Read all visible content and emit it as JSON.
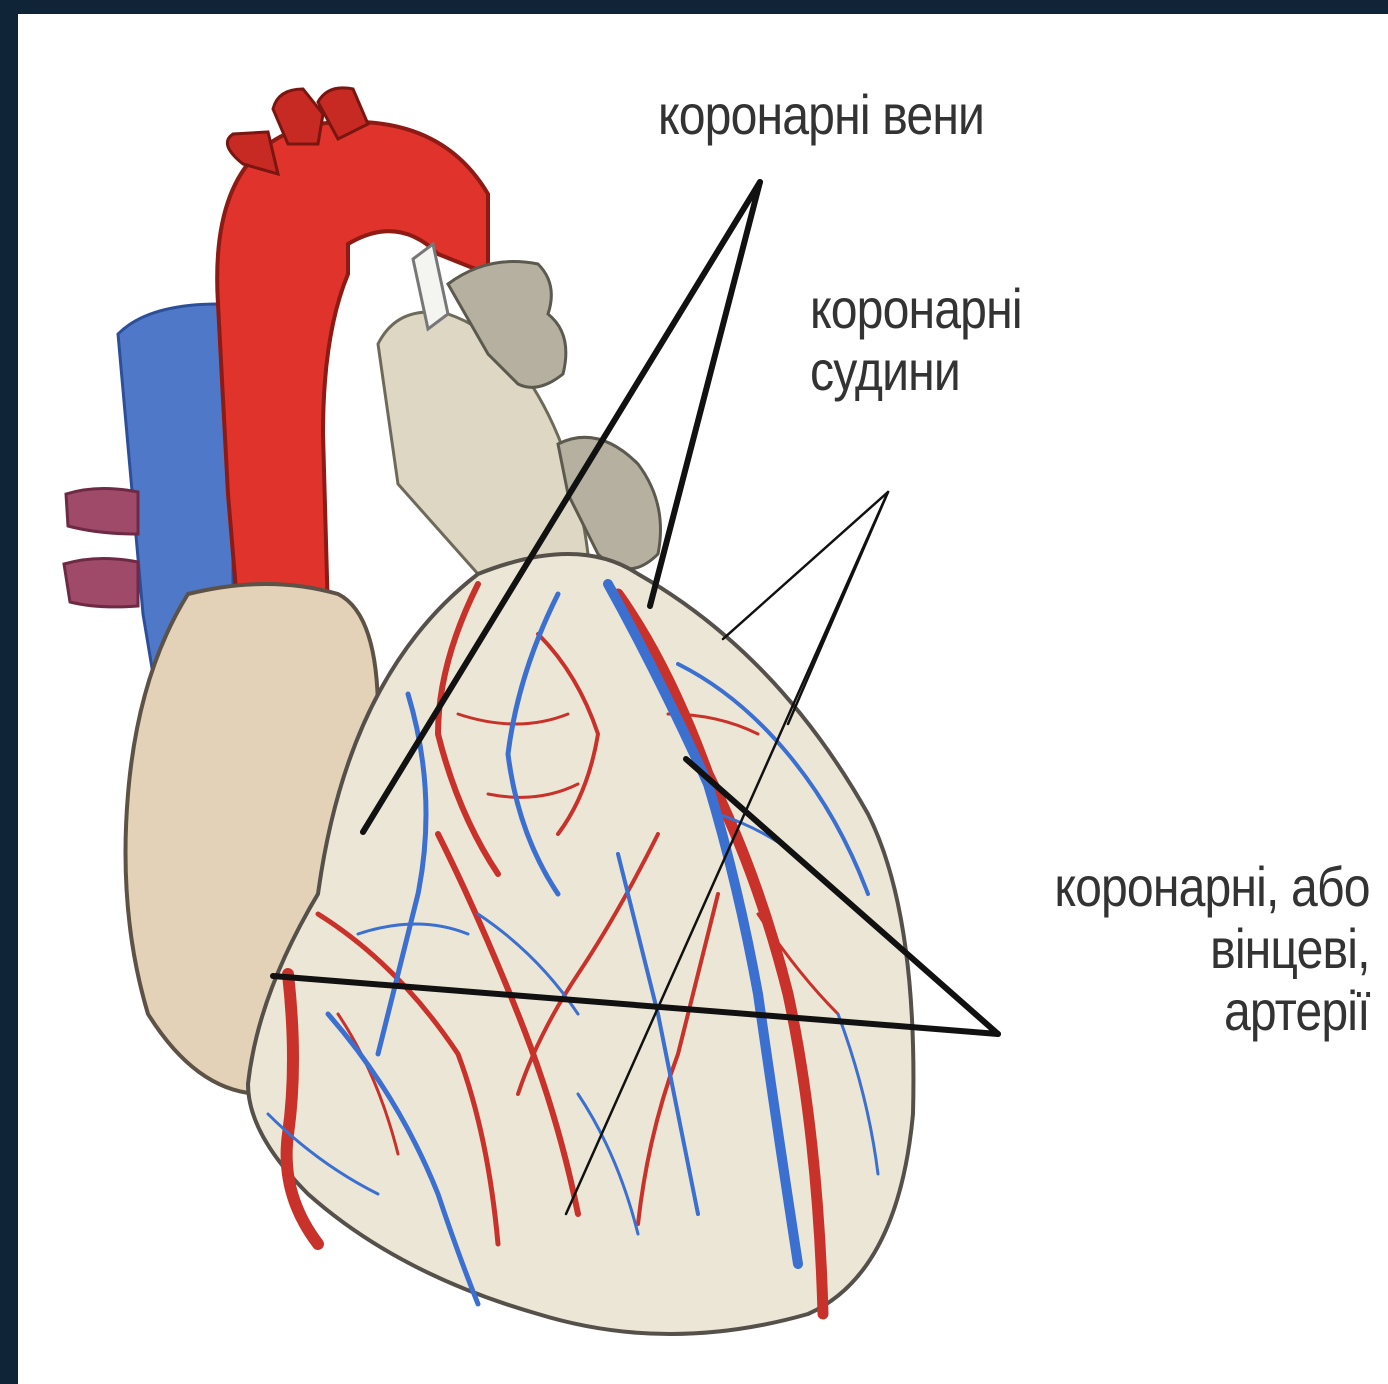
{
  "diagram": {
    "colors": {
      "background": "#0f2436",
      "panel": "#ffffff",
      "aorta": "#e0332c",
      "vein": "#4f78c8",
      "artery_vessel": "#c8322a",
      "vein_vessel": "#3b6fd0",
      "heart_body": "#ece6d6",
      "atrium": "#e3d1b8",
      "label_text": "#333333"
    },
    "labels": {
      "coronary_veins": "коронарні вени",
      "coronary_vessels": [
        "коронарні",
        "судини"
      ],
      "coronary_arteries": [
        "коронарні, або",
        "вінцеві,",
        "артерії"
      ]
    }
  }
}
